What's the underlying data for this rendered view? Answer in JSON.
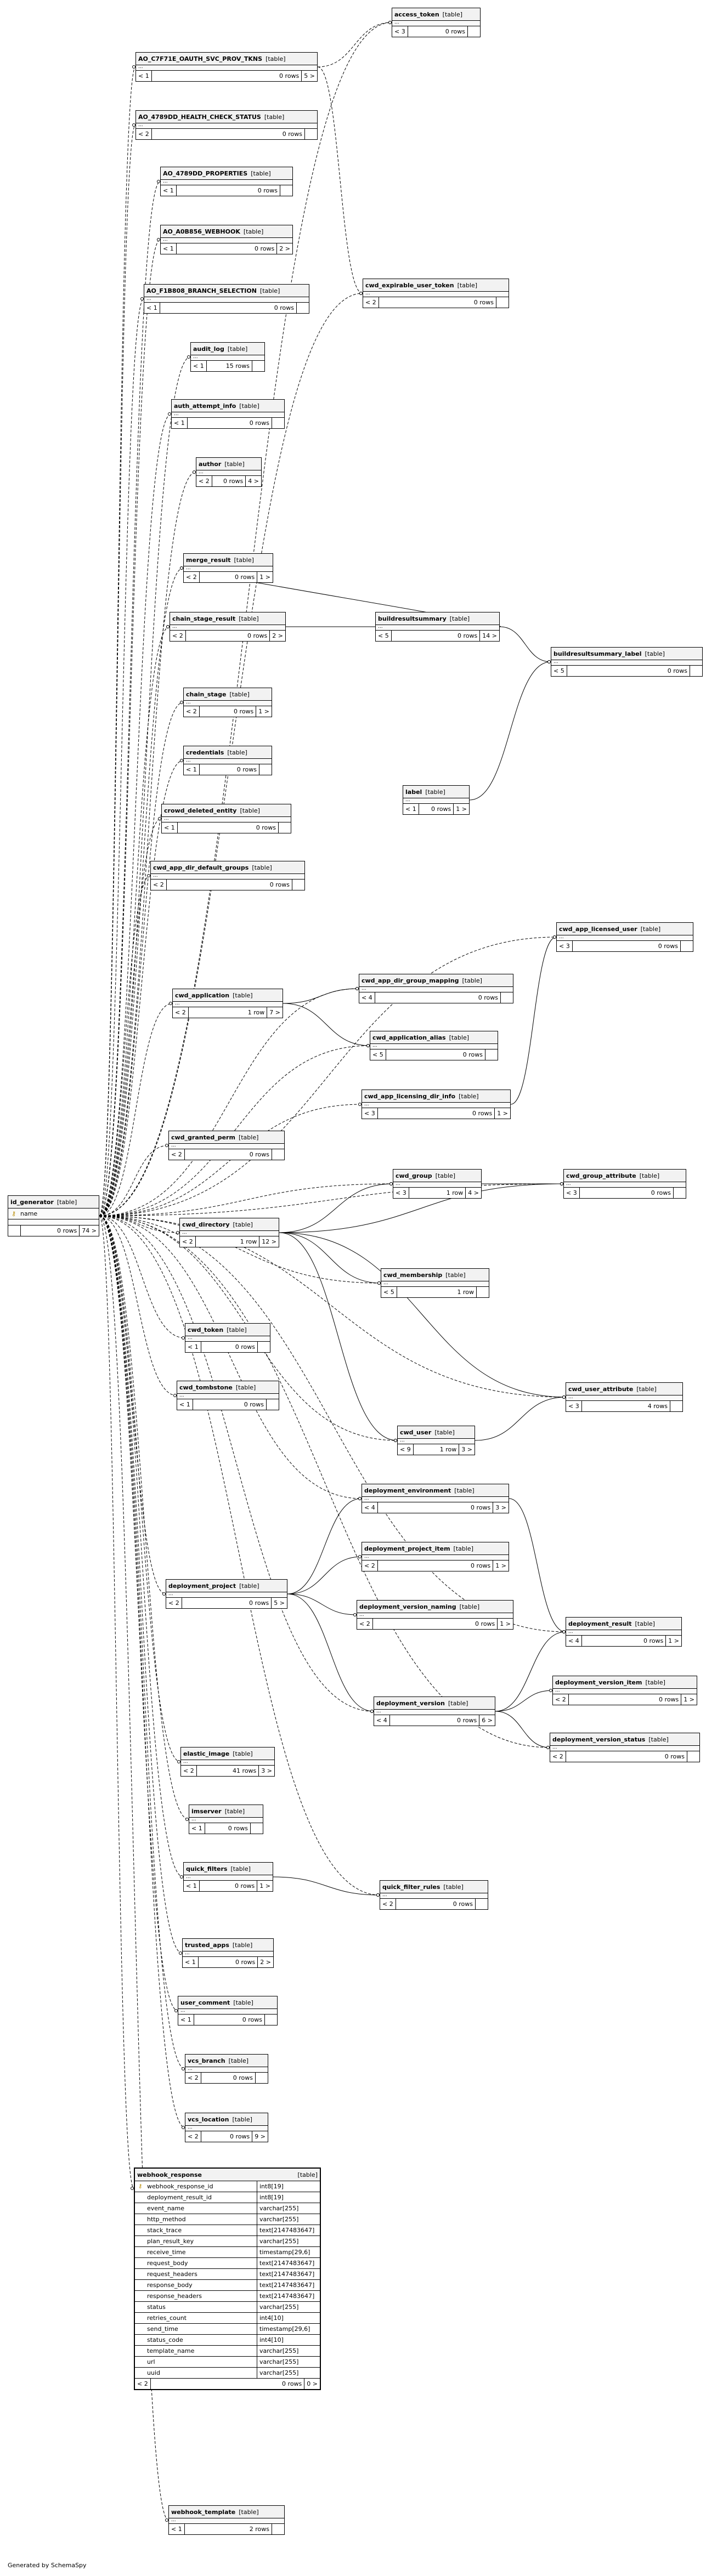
{
  "footer": "Generated by SchemaSpy",
  "tables": [
    {
      "id": "access_token",
      "name": "access_token",
      "type": "[table]",
      "left": "< 3",
      "rows": "0 rows",
      "right": ""
    },
    {
      "id": "ao_c7f71e",
      "name": "AO_C7F71E_OAUTH_SVC_PROV_TKNS",
      "type": "[table]",
      "left": "< 1",
      "rows": "0 rows",
      "right": "5 >"
    },
    {
      "id": "ao_health",
      "name": "AO_4789DD_HEALTH_CHECK_STATUS",
      "type": "[table]",
      "left": "< 2",
      "rows": "0 rows",
      "right": ""
    },
    {
      "id": "ao_props",
      "name": "AO_4789DD_PROPERTIES",
      "type": "[table]",
      "left": "< 1",
      "rows": "0 rows",
      "right": ""
    },
    {
      "id": "ao_webhook",
      "name": "AO_A0B856_WEBHOOK",
      "type": "[table]",
      "left": "< 1",
      "rows": "0 rows",
      "right": "2 >"
    },
    {
      "id": "ao_branch",
      "name": "AO_F1B808_BRANCH_SELECTION",
      "type": "[table]",
      "left": "< 1",
      "rows": "0 rows",
      "right": ""
    },
    {
      "id": "cwd_expirable",
      "name": "cwd_expirable_user_token",
      "type": "[table]",
      "left": "< 2",
      "rows": "0 rows",
      "right": ""
    },
    {
      "id": "audit_log",
      "name": "audit_log",
      "type": "[table]",
      "left": "< 1",
      "rows": "15 rows",
      "right": ""
    },
    {
      "id": "auth_attempt",
      "name": "auth_attempt_info",
      "type": "[table]",
      "left": "< 1",
      "rows": "0 rows",
      "right": ""
    },
    {
      "id": "author",
      "name": "author",
      "type": "[table]",
      "left": "< 2",
      "rows": "0 rows",
      "right": "4 >"
    },
    {
      "id": "merge_result",
      "name": "merge_result",
      "type": "[table]",
      "left": "< 2",
      "rows": "0 rows",
      "right": "1 >"
    },
    {
      "id": "buildresultsummary",
      "name": "buildresultsummary",
      "type": "[table]",
      "left": "< 5",
      "rows": "0 rows",
      "right": "14 >"
    },
    {
      "id": "chain_stage_result",
      "name": "chain_stage_result",
      "type": "[table]",
      "left": "< 2",
      "rows": "0 rows",
      "right": "2 >"
    },
    {
      "id": "brs_label",
      "name": "buildresultsummary_label",
      "type": "[table]",
      "left": "< 5",
      "rows": "0 rows",
      "right": ""
    },
    {
      "id": "chain_stage",
      "name": "chain_stage",
      "type": "[table]",
      "left": "< 2",
      "rows": "0 rows",
      "right": "1 >"
    },
    {
      "id": "credentials",
      "name": "credentials",
      "type": "[table]",
      "left": "< 1",
      "rows": "0 rows",
      "right": ""
    },
    {
      "id": "label",
      "name": "label",
      "type": "[table]",
      "left": "< 1",
      "rows": "0 rows",
      "right": "1 >"
    },
    {
      "id": "crowd_deleted",
      "name": "crowd_deleted_entity",
      "type": "[table]",
      "left": "< 1",
      "rows": "0 rows",
      "right": ""
    },
    {
      "id": "cwd_app_dir_default",
      "name": "cwd_app_dir_default_groups",
      "type": "[table]",
      "left": "< 2",
      "rows": "0 rows",
      "right": ""
    },
    {
      "id": "cwd_app_licensed_user",
      "name": "cwd_app_licensed_user",
      "type": "[table]",
      "left": "< 3",
      "rows": "0 rows",
      "right": ""
    },
    {
      "id": "cwd_app_dir_group_mapping",
      "name": "cwd_app_dir_group_mapping",
      "type": "[table]",
      "left": "< 4",
      "rows": "0 rows",
      "right": ""
    },
    {
      "id": "cwd_application",
      "name": "cwd_application",
      "type": "[table]",
      "left": "< 2",
      "rows": "1 row",
      "right": "7 >"
    },
    {
      "id": "cwd_application_alias",
      "name": "cwd_application_alias",
      "type": "[table]",
      "left": "< 5",
      "rows": "0 rows",
      "right": ""
    },
    {
      "id": "cwd_app_licensing_dir_info",
      "name": "cwd_app_licensing_dir_info",
      "type": "[table]",
      "left": "< 3",
      "rows": "0 rows",
      "right": "1 >"
    },
    {
      "id": "cwd_granted_perm",
      "name": "cwd_granted_perm",
      "type": "[table]",
      "left": "< 2",
      "rows": "0 rows",
      "right": ""
    },
    {
      "id": "id_generator",
      "name": "id_generator",
      "type": "[table]",
      "left": "",
      "rows": "0 rows",
      "right": "74 >"
    },
    {
      "id": "cwd_group",
      "name": "cwd_group",
      "type": "[table]",
      "left": "< 3",
      "rows": "1 row",
      "right": "4 >"
    },
    {
      "id": "cwd_group_attribute",
      "name": "cwd_group_attribute",
      "type": "[table]",
      "left": "< 3",
      "rows": "0 rows",
      "right": ""
    },
    {
      "id": "cwd_directory",
      "name": "cwd_directory",
      "type": "[table]",
      "left": "< 2",
      "rows": "1 row",
      "right": "12 >"
    },
    {
      "id": "cwd_membership",
      "name": "cwd_membership",
      "type": "[table]",
      "left": "< 5",
      "rows": "1 row",
      "right": ""
    },
    {
      "id": "cwd_token",
      "name": "cwd_token",
      "type": "[table]",
      "left": "< 1",
      "rows": "0 rows",
      "right": ""
    },
    {
      "id": "cwd_tombstone",
      "name": "cwd_tombstone",
      "type": "[table]",
      "left": "< 1",
      "rows": "0 rows",
      "right": ""
    },
    {
      "id": "cwd_user_attribute",
      "name": "cwd_user_attribute",
      "type": "[table]",
      "left": "< 3",
      "rows": "4 rows",
      "right": ""
    },
    {
      "id": "cwd_user",
      "name": "cwd_user",
      "type": "[table]",
      "left": "< 9",
      "rows": "1 row",
      "right": "3 >"
    },
    {
      "id": "deployment_environment",
      "name": "deployment_environment",
      "type": "[table]",
      "left": "< 4",
      "rows": "0 rows",
      "right": "3 >"
    },
    {
      "id": "deployment_project_item",
      "name": "deployment_project_item",
      "type": "[table]",
      "left": "< 2",
      "rows": "0 rows",
      "right": "1 >"
    },
    {
      "id": "deployment_project",
      "name": "deployment_project",
      "type": "[table]",
      "left": "< 2",
      "rows": "0 rows",
      "right": "5 >"
    },
    {
      "id": "deployment_version_naming",
      "name": "deployment_version_naming",
      "type": "[table]",
      "left": "< 2",
      "rows": "0 rows",
      "right": "1 >"
    },
    {
      "id": "deployment_result",
      "name": "deployment_result",
      "type": "[table]",
      "left": "< 4",
      "rows": "0 rows",
      "right": "1 >"
    },
    {
      "id": "deployment_version_item",
      "name": "deployment_version_item",
      "type": "[table]",
      "left": "< 2",
      "rows": "0 rows",
      "right": "1 >"
    },
    {
      "id": "deployment_version",
      "name": "deployment_version",
      "type": "[table]",
      "left": "< 4",
      "rows": "0 rows",
      "right": "6 >"
    },
    {
      "id": "deployment_version_status",
      "name": "deployment_version_status",
      "type": "[table]",
      "left": "< 2",
      "rows": "0 rows",
      "right": ""
    },
    {
      "id": "elastic_image",
      "name": "elastic_image",
      "type": "[table]",
      "left": "< 2",
      "rows": "41 rows",
      "right": "3 >"
    },
    {
      "id": "imserver",
      "name": "imserver",
      "type": "[table]",
      "left": "< 1",
      "rows": "0 rows",
      "right": ""
    },
    {
      "id": "quick_filters",
      "name": "quick_filters",
      "type": "[table]",
      "left": "< 1",
      "rows": "0 rows",
      "right": "1 >"
    },
    {
      "id": "quick_filter_rules",
      "name": "quick_filter_rules",
      "type": "[table]",
      "left": "< 2",
      "rows": "0 rows",
      "right": ""
    },
    {
      "id": "trusted_apps",
      "name": "trusted_apps",
      "type": "[table]",
      "left": "< 1",
      "rows": "0 rows",
      "right": "2 >"
    },
    {
      "id": "user_comment",
      "name": "user_comment",
      "type": "[table]",
      "left": "< 1",
      "rows": "0 rows",
      "right": ""
    },
    {
      "id": "vcs_branch",
      "name": "vcs_branch",
      "type": "[table]",
      "left": "< 2",
      "rows": "0 rows",
      "right": ""
    },
    {
      "id": "vcs_location",
      "name": "vcs_location",
      "type": "[table]",
      "left": "< 2",
      "rows": "0 rows",
      "right": "9 >"
    },
    {
      "id": "webhook_template",
      "name": "webhook_template",
      "type": "[table]",
      "left": "< 1",
      "rows": "2 rows",
      "right": ""
    }
  ],
  "id_generator_columns": [
    {
      "name": "name",
      "pk": true
    }
  ],
  "webhook_response": {
    "name": "webhook_response",
    "type": "[table]",
    "left": "< 2",
    "rows": "0 rows",
    "right": "0 >",
    "columns": [
      {
        "name": "webhook_response_id",
        "type": "int8[19]",
        "pk": true
      },
      {
        "name": "deployment_result_id",
        "type": "int8[19]",
        "pk": false
      },
      {
        "name": "event_name",
        "type": "varchar[255]",
        "pk": false
      },
      {
        "name": "http_method",
        "type": "varchar[255]",
        "pk": false
      },
      {
        "name": "stack_trace",
        "type": "text[2147483647]",
        "pk": false
      },
      {
        "name": "plan_result_key",
        "type": "varchar[255]",
        "pk": false
      },
      {
        "name": "receive_time",
        "type": "timestamp[29,6]",
        "pk": false
      },
      {
        "name": "request_body",
        "type": "text[2147483647]",
        "pk": false
      },
      {
        "name": "request_headers",
        "type": "text[2147483647]",
        "pk": false
      },
      {
        "name": "response_body",
        "type": "text[2147483647]",
        "pk": false
      },
      {
        "name": "response_headers",
        "type": "text[2147483647]",
        "pk": false
      },
      {
        "name": "status",
        "type": "varchar[255]",
        "pk": false
      },
      {
        "name": "retries_count",
        "type": "int4[10]",
        "pk": false
      },
      {
        "name": "send_time",
        "type": "timestamp[29,6]",
        "pk": false
      },
      {
        "name": "status_code",
        "type": "int4[10]",
        "pk": false
      },
      {
        "name": "template_name",
        "type": "varchar[255]",
        "pk": false
      },
      {
        "name": "url",
        "type": "varchar[255]",
        "pk": false
      },
      {
        "name": "uuid",
        "type": "varchar[255]",
        "pk": false
      }
    ]
  },
  "relations": [
    {
      "from": "id_generator",
      "to": "access_token",
      "style": "dashed"
    },
    {
      "from": "id_generator",
      "to": "ao_c7f71e",
      "style": "dashed"
    },
    {
      "from": "id_generator",
      "to": "ao_health",
      "style": "dashed"
    },
    {
      "from": "id_generator",
      "to": "ao_props",
      "style": "dashed"
    },
    {
      "from": "id_generator",
      "to": "ao_webhook",
      "style": "dashed"
    },
    {
      "from": "id_generator",
      "to": "ao_branch",
      "style": "dashed"
    },
    {
      "from": "id_generator",
      "to": "cwd_expirable",
      "style": "dashed"
    },
    {
      "from": "id_generator",
      "to": "audit_log",
      "style": "dashed"
    },
    {
      "from": "id_generator",
      "to": "auth_attempt",
      "style": "dashed"
    },
    {
      "from": "id_generator",
      "to": "author",
      "style": "dashed"
    },
    {
      "from": "id_generator",
      "to": "merge_result",
      "style": "dashed"
    },
    {
      "from": "id_generator",
      "to": "chain_stage_result",
      "style": "dashed"
    },
    {
      "from": "id_generator",
      "to": "chain_stage",
      "style": "dashed"
    },
    {
      "from": "id_generator",
      "to": "credentials",
      "style": "dashed"
    },
    {
      "from": "id_generator",
      "to": "crowd_deleted",
      "style": "dashed"
    },
    {
      "from": "id_generator",
      "to": "cwd_app_dir_default",
      "style": "dashed"
    },
    {
      "from": "id_generator",
      "to": "cwd_app_licensed_user",
      "style": "dashed"
    },
    {
      "from": "id_generator",
      "to": "cwd_application",
      "style": "dashed"
    },
    {
      "from": "id_generator",
      "to": "cwd_app_dir_group_mapping",
      "style": "dashed"
    },
    {
      "from": "id_generator",
      "to": "cwd_application_alias",
      "style": "dashed"
    },
    {
      "from": "id_generator",
      "to": "cwd_app_licensing_dir_info",
      "style": "dashed"
    },
    {
      "from": "id_generator",
      "to": "cwd_granted_perm",
      "style": "dashed"
    },
    {
      "from": "id_generator",
      "to": "cwd_group",
      "style": "dashed"
    },
    {
      "from": "id_generator",
      "to": "cwd_group_attribute",
      "style": "dashed"
    },
    {
      "from": "id_generator",
      "to": "cwd_directory",
      "style": "dashed"
    },
    {
      "from": "id_generator",
      "to": "cwd_membership",
      "style": "dashed"
    },
    {
      "from": "id_generator",
      "to": "cwd_token",
      "style": "dashed"
    },
    {
      "from": "id_generator",
      "to": "cwd_tombstone",
      "style": "dashed"
    },
    {
      "from": "id_generator",
      "to": "cwd_user_attribute",
      "style": "dashed"
    },
    {
      "from": "id_generator",
      "to": "cwd_user",
      "style": "dashed"
    },
    {
      "from": "id_generator",
      "to": "deployment_environment",
      "style": "dashed"
    },
    {
      "from": "id_generator",
      "to": "deployment_project",
      "style": "dashed"
    },
    {
      "from": "id_generator",
      "to": "deployment_version",
      "style": "dashed"
    },
    {
      "from": "id_generator",
      "to": "deployment_result",
      "style": "dashed"
    },
    {
      "from": "id_generator",
      "to": "deployment_version_status",
      "style": "dashed"
    },
    {
      "from": "id_generator",
      "to": "elastic_image",
      "style": "dashed"
    },
    {
      "from": "id_generator",
      "to": "imserver",
      "style": "dashed"
    },
    {
      "from": "id_generator",
      "to": "quick_filters",
      "style": "dashed"
    },
    {
      "from": "id_generator",
      "to": "quick_filter_rules",
      "style": "dashed"
    },
    {
      "from": "id_generator",
      "to": "trusted_apps",
      "style": "dashed"
    },
    {
      "from": "id_generator",
      "to": "user_comment",
      "style": "dashed"
    },
    {
      "from": "id_generator",
      "to": "vcs_branch",
      "style": "dashed"
    },
    {
      "from": "id_generator",
      "to": "vcs_location",
      "style": "dashed"
    },
    {
      "from": "id_generator",
      "to": "webhook_response",
      "style": "dashed"
    },
    {
      "from": "id_generator",
      "to": "webhook_template",
      "style": "dashed"
    },
    {
      "from": "ao_c7f71e",
      "to": "access_token",
      "style": "dashed"
    },
    {
      "from": "ao_c7f71e",
      "to": "cwd_expirable",
      "style": "dashed"
    },
    {
      "from": "buildresultsummary",
      "to": "merge_result",
      "style": "solid"
    },
    {
      "from": "buildresultsummary",
      "to": "chain_stage_result",
      "style": "solid"
    },
    {
      "from": "buildresultsummary",
      "to": "brs_label",
      "style": "solid"
    },
    {
      "from": "label",
      "to": "brs_label",
      "style": "solid"
    },
    {
      "from": "cwd_application",
      "to": "cwd_app_dir_group_mapping",
      "style": "solid"
    },
    {
      "from": "cwd_application",
      "to": "cwd_application_alias",
      "style": "solid"
    },
    {
      "from": "cwd_app_licensing_dir_info",
      "to": "cwd_app_licensed_user",
      "style": "solid"
    },
    {
      "from": "cwd_directory",
      "to": "cwd_group",
      "style": "solid"
    },
    {
      "from": "cwd_directory",
      "to": "cwd_membership",
      "style": "solid"
    },
    {
      "from": "cwd_directory",
      "to": "cwd_user",
      "style": "solid"
    },
    {
      "from": "cwd_directory",
      "to": "cwd_group_attribute",
      "style": "solid"
    },
    {
      "from": "cwd_directory",
      "to": "cwd_user_attribute",
      "style": "solid"
    },
    {
      "from": "cwd_group",
      "to": "cwd_group_attribute",
      "style": "solid"
    },
    {
      "from": "cwd_user",
      "to": "cwd_user_attribute",
      "style": "solid"
    },
    {
      "from": "deployment_project",
      "to": "deployment_environment",
      "style": "solid"
    },
    {
      "from": "deployment_project",
      "to": "deployment_project_item",
      "style": "solid"
    },
    {
      "from": "deployment_project",
      "to": "deployment_version_naming",
      "style": "solid"
    },
    {
      "from": "deployment_project",
      "to": "deployment_version",
      "style": "solid"
    },
    {
      "from": "deployment_environment",
      "to": "deployment_result",
      "style": "solid"
    },
    {
      "from": "deployment_version",
      "to": "deployment_result",
      "style": "solid"
    },
    {
      "from": "deployment_version",
      "to": "deployment_version_item",
      "style": "solid"
    },
    {
      "from": "deployment_version",
      "to": "deployment_version_status",
      "style": "solid"
    },
    {
      "from": "quick_filters",
      "to": "quick_filter_rules",
      "style": "solid"
    }
  ]
}
